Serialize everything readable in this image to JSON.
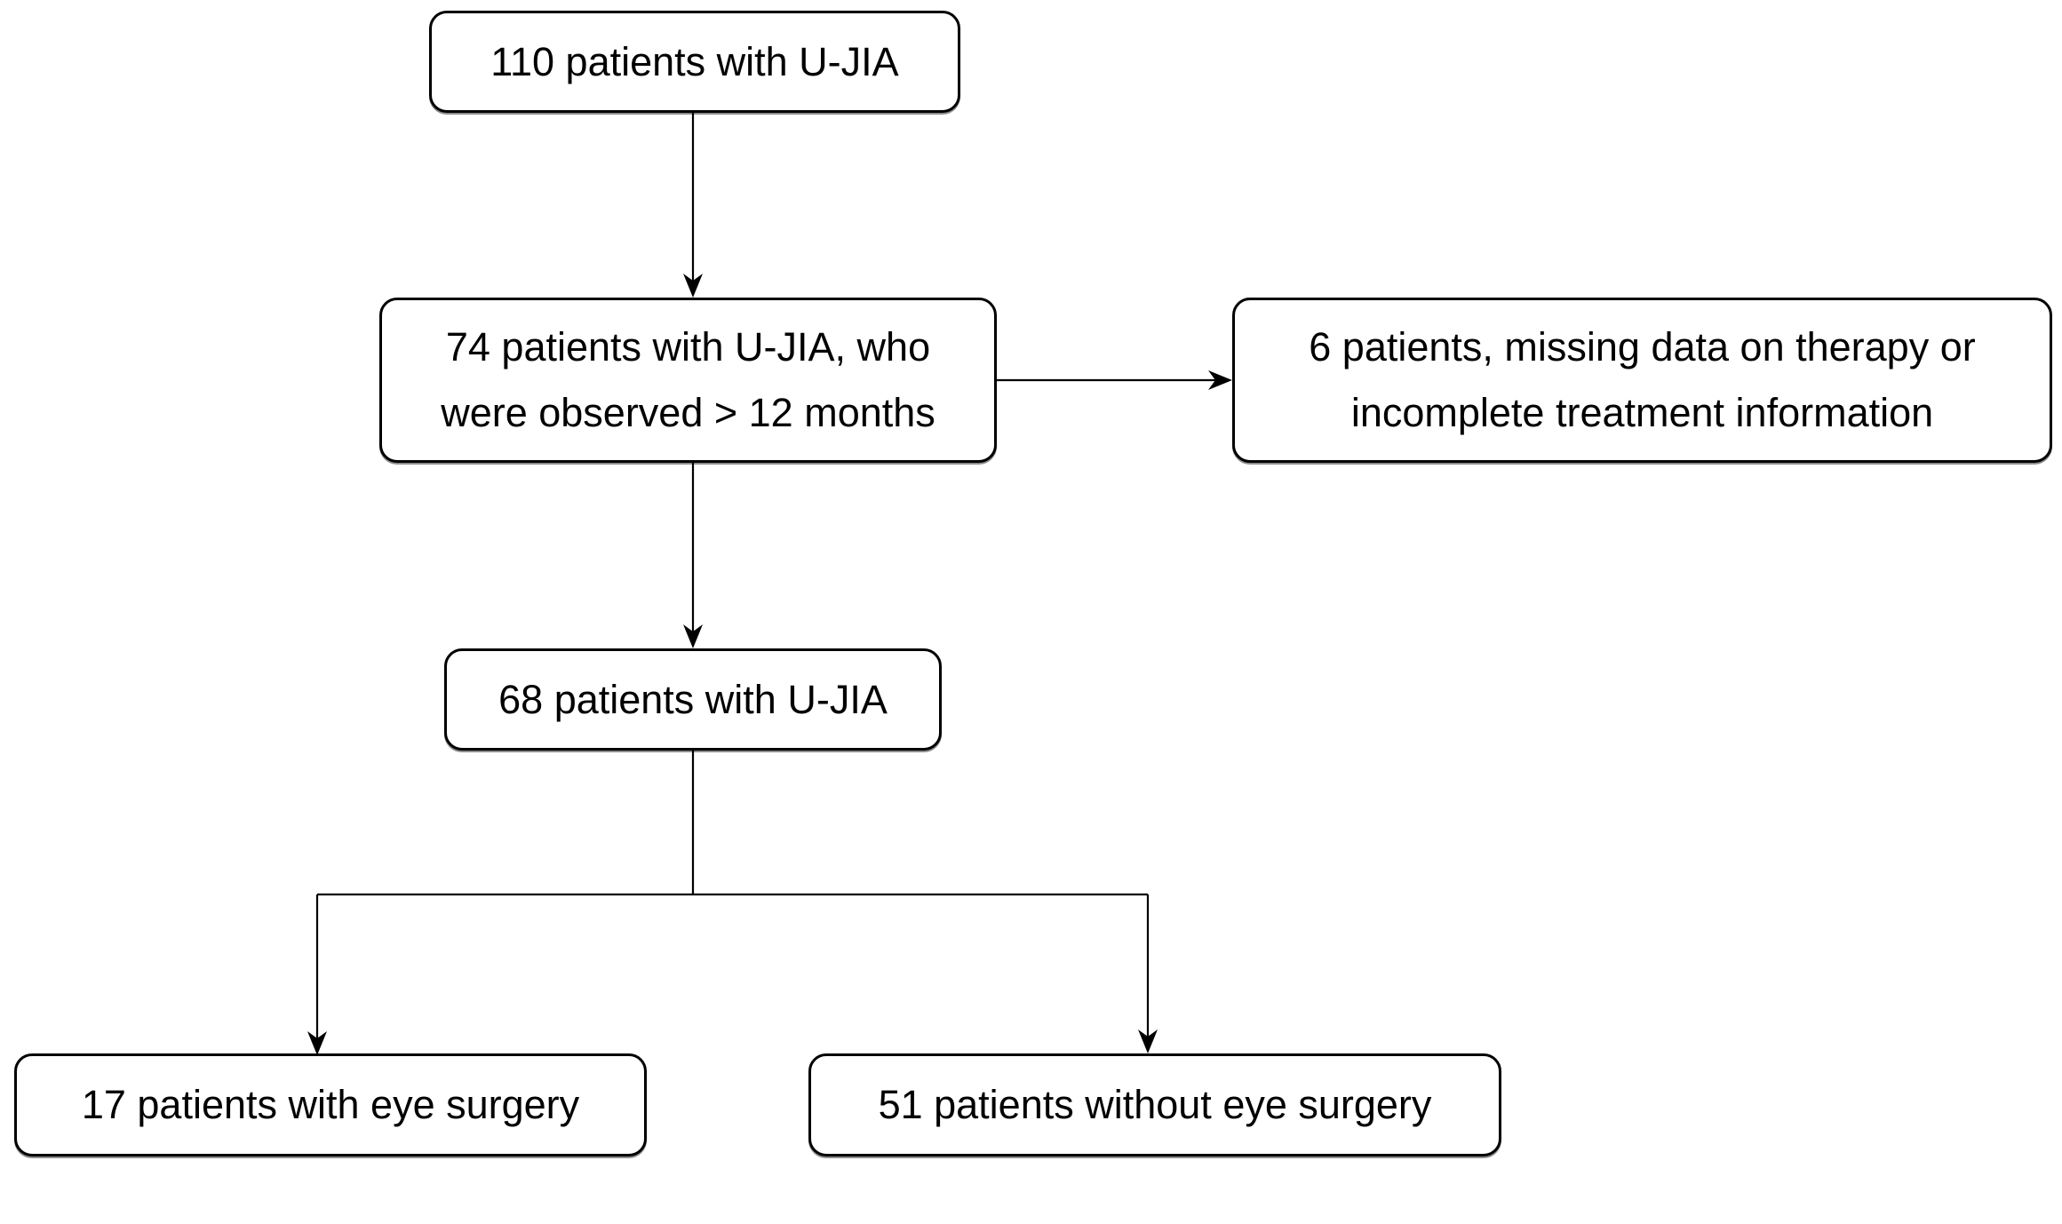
{
  "diagram_type": "flowchart",
  "nodes": {
    "n110": {
      "text": "110 patients with U-JIA"
    },
    "n74": {
      "text": "74 patients with U-JIA, who\nwere observed > 12 months"
    },
    "n6": {
      "text": "6 patients, missing data on therapy or\nincomplete treatment information"
    },
    "n68": {
      "text": "68 patients with U-JIA"
    },
    "n17": {
      "text": "17 patients with eye surgery"
    },
    "n51": {
      "text": "51 patients without eye surgery"
    }
  },
  "edges": [
    {
      "from": "110 patients with U-JIA",
      "to": "74 patients with U-JIA, who were observed > 12 months",
      "arrow": true
    },
    {
      "from": "74 patients with U-JIA, who were observed > 12 months",
      "to": "6 patients, missing data on therapy or incomplete treatment information",
      "arrow": true
    },
    {
      "from": "74 patients with U-JIA, who were observed > 12 months",
      "to": "68 patients with U-JIA",
      "arrow": true
    },
    {
      "from": "68 patients with U-JIA",
      "to": "17 patients with eye surgery",
      "arrow": true
    },
    {
      "from": "68 patients with U-JIA",
      "to": "51 patients without eye surgery",
      "arrow": true
    }
  ],
  "colors": {
    "background": "#ffffff",
    "box_fill": "#ffffff",
    "box_border": "#000000",
    "line": "#000000",
    "text": "#000000"
  }
}
